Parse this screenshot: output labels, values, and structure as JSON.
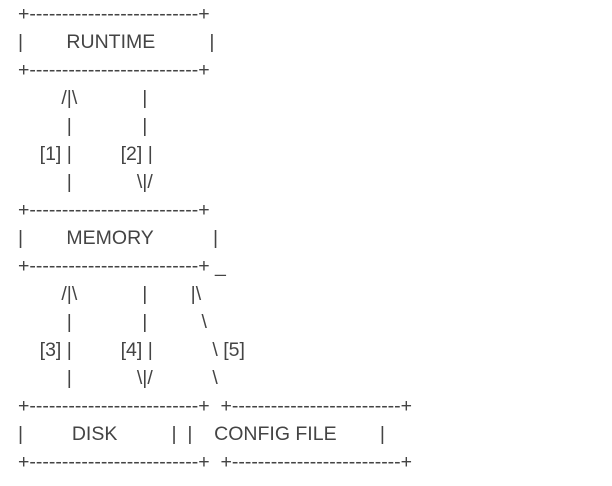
{
  "diagram": {
    "lines": [
      "+--------------------------+",
      "|        RUNTIME          |",
      "+--------------------------+",
      "        /|\\            |",
      "         |             |",
      "    [1] |         [2] |",
      "         |            \\|/",
      "+--------------------------+",
      "|        MEMORY           |",
      "+--------------------------+ _",
      "        /|\\            |        |\\",
      "         |             |          \\",
      "    [3] |         [4] |           \\ [5]",
      "         |            \\|/           \\",
      "+--------------------------+  +--------------------------+",
      "|         DISK          |  |    CONFIG FILE        |",
      "+--------------------------+  +--------------------------+"
    ],
    "boxes": {
      "runtime": "RUNTIME",
      "memory": "MEMORY",
      "disk": "DISK",
      "config_file": "CONFIG FILE"
    },
    "arrow_labels": [
      "[1]",
      "[2]",
      "[3]",
      "[4]",
      "[5]"
    ]
  }
}
